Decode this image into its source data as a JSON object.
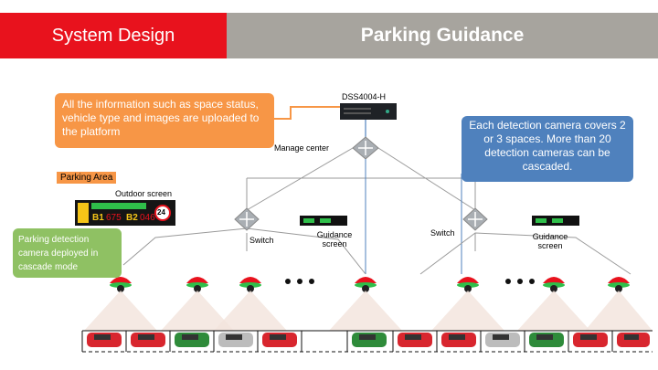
{
  "header": {
    "left_title": "System Design",
    "right_title": "Parking Guidance"
  },
  "callouts": {
    "upload_note": "All the information such as space status, vehicle type and images are uploaded to the platform",
    "camera_note": "Each detection camera covers 2 or 3 spaces. More than 20 detection cameras can be cascaded.",
    "cascade_note": "Parking detection camera deployed in cascade mode"
  },
  "labels": {
    "server": "DSS4004-H",
    "manage_center": "Manage center",
    "parking_area": "Parking Area",
    "outdoor_screen": "Outdoor screen",
    "switch_left": "Switch",
    "guidance_left": "Guidance screen",
    "switch_right": "Switch",
    "guidance_right": "Guidance screen"
  },
  "outdoor_sign": {
    "zone1": "B1",
    "count1": "675",
    "zone2": "B2",
    "count2": "046",
    "speed": "24"
  },
  "colors": {
    "header_red": "#e8121d",
    "header_gray": "#a7a49e",
    "orange": "#f79646",
    "blue": "#4f81bd",
    "green": "#8fc163"
  }
}
